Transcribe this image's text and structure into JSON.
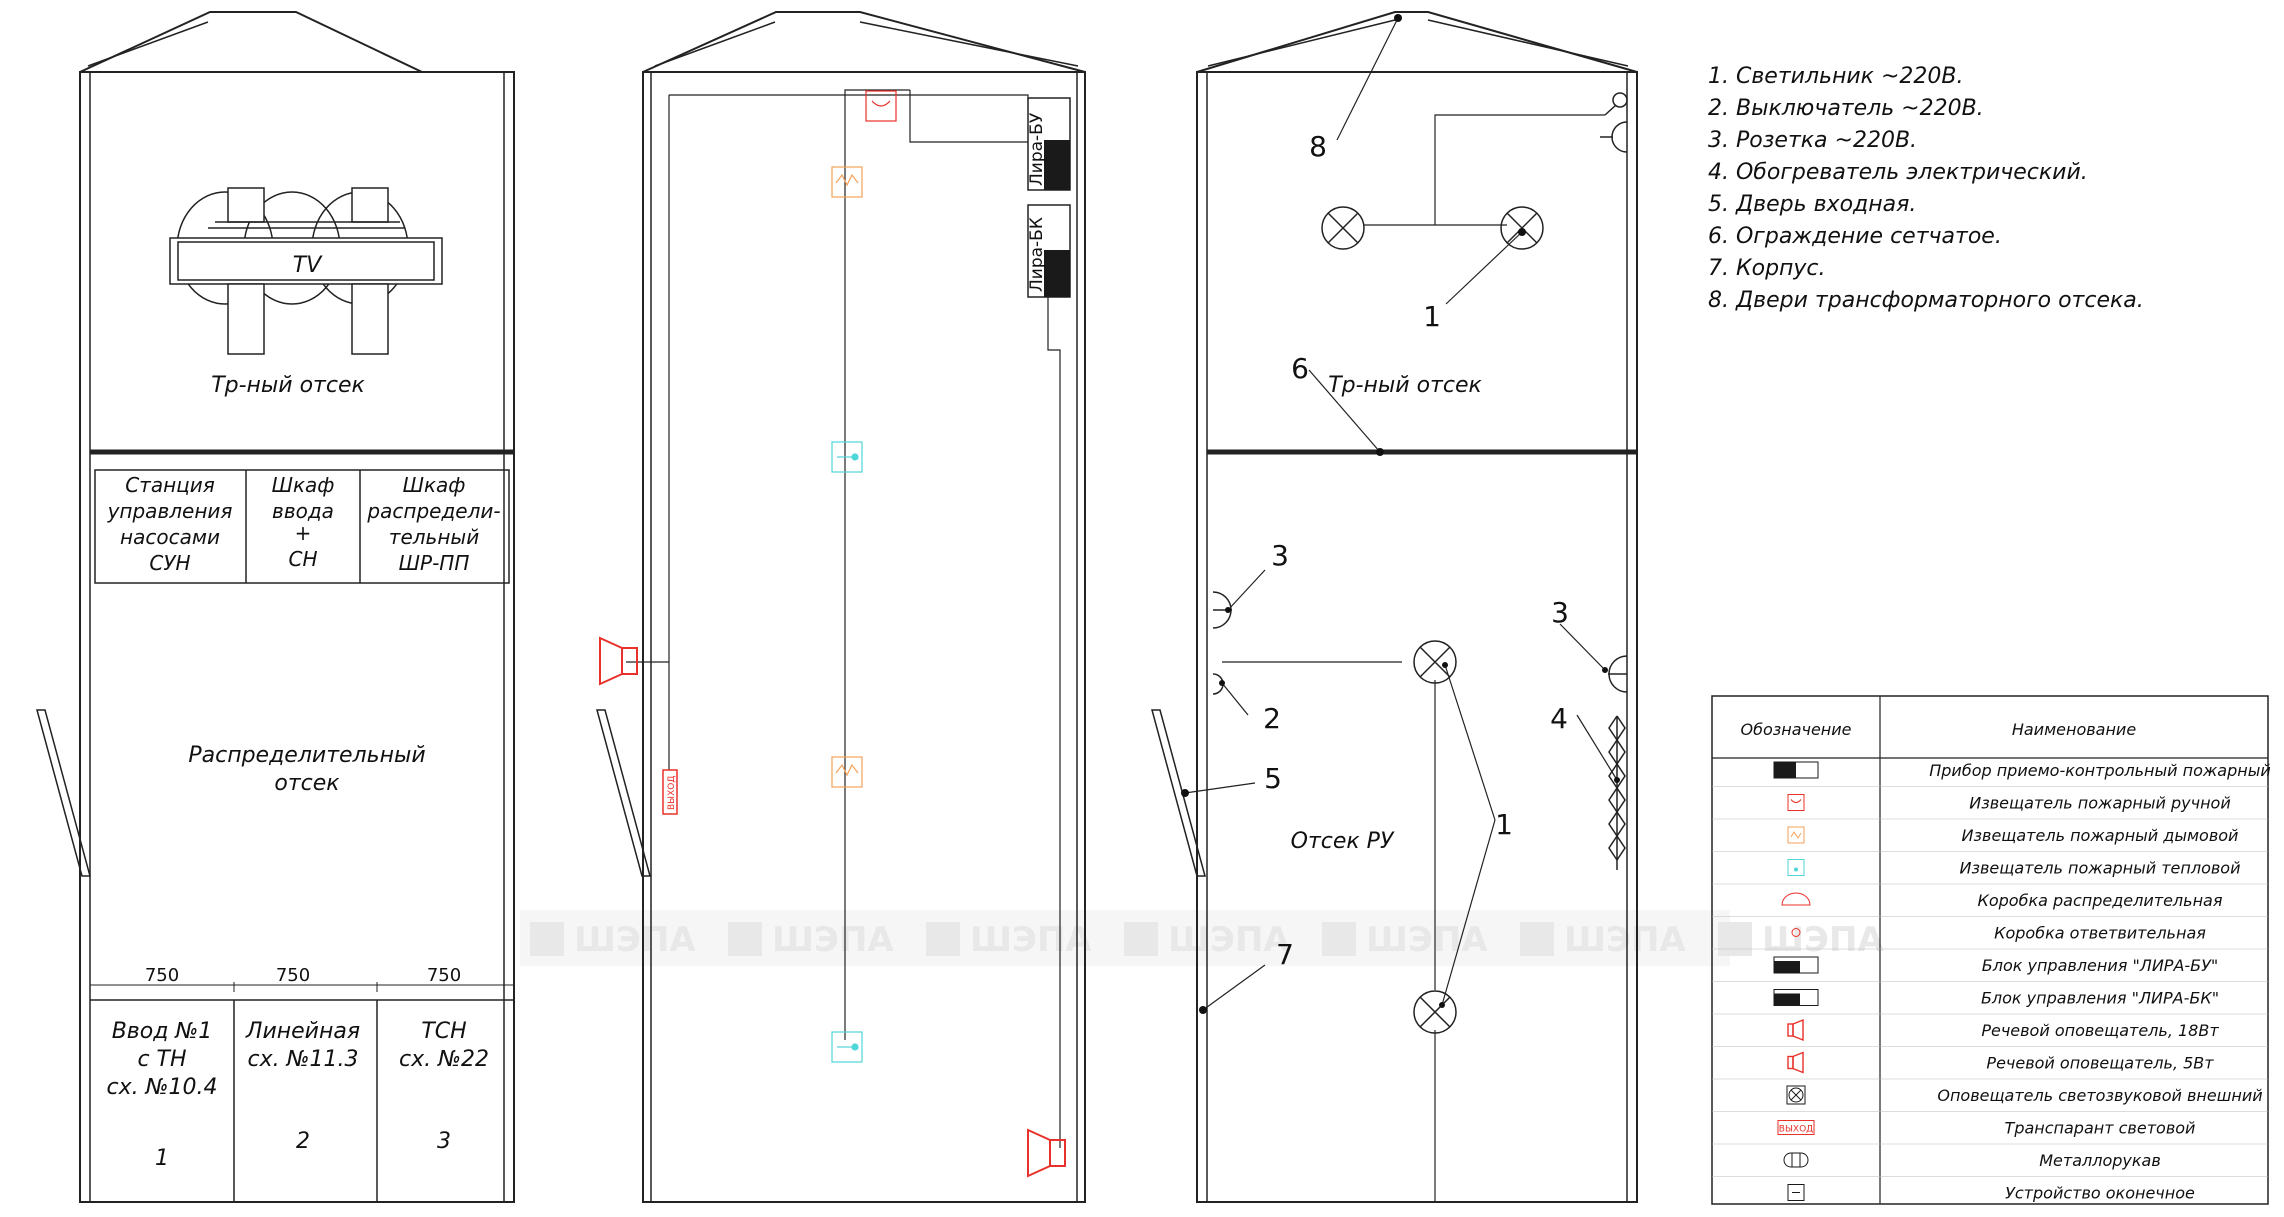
{
  "left_plan": {
    "transformer_label": "TV",
    "tr_section": "Тр-ный отсек",
    "cabinets": [
      [
        "Станция",
        "управления",
        "насосами",
        "СУН"
      ],
      [
        "Шкаф",
        "ввода",
        "+",
        "СН"
      ],
      [
        "Шкаф",
        "распредели-",
        "тельный",
        "ШР-ПП"
      ]
    ],
    "dist_section": [
      "Распределительный",
      "отсек"
    ],
    "dims": [
      "750",
      "750",
      "750"
    ],
    "cells": [
      {
        "lines": [
          "Ввод №1",
          "с ТН",
          "сх. №10.4"
        ],
        "num": "1"
      },
      {
        "lines": [
          "Линейная",
          "сх. №11.3"
        ],
        "num": "2"
      },
      {
        "lines": [
          "ТСН",
          "сх. №22"
        ],
        "num": "3"
      }
    ]
  },
  "middle_plan": {
    "block_bu": "Лира-БУ",
    "block_bk": "Лира-БК",
    "exit_sign": "ВЫХОД"
  },
  "right_plan": {
    "tr_section": "Тр-ный отсек",
    "ru_section": "Отсек РУ",
    "callouts": [
      "8",
      "1",
      "6",
      "3",
      "3",
      "2",
      "4",
      "5",
      "1",
      "7"
    ]
  },
  "legend": [
    "1. Светильник ~220В.",
    "2. Выключатель ~220В.",
    "3. Розетка ~220В.",
    "4. Обогреватель электрический.",
    "5. Дверь входная.",
    "6. Ограждение сетчатое.",
    "7. Корпус.",
    "8. Двери трансформаторного отсека."
  ],
  "table": {
    "header": [
      "Обозначение",
      "Наименование"
    ],
    "rows": [
      {
        "symbol": "panel-icon",
        "name": "Прибор приемо-контрольный пожарный"
      },
      {
        "symbol": "manual-detector-icon",
        "name": "Извещатель пожарный ручной"
      },
      {
        "symbol": "smoke-detector-icon",
        "name": "Извещатель пожарный дымовой"
      },
      {
        "symbol": "heat-detector-icon",
        "name": "Извещатель пожарный тепловой"
      },
      {
        "symbol": "junction-box-icon",
        "name": "Коробка распределительная"
      },
      {
        "symbol": "branch-box-icon",
        "name": "Коробка ответвительная"
      },
      {
        "symbol": "lira-bu-icon",
        "name": "Блок управления \"ЛИРА-БУ\""
      },
      {
        "symbol": "lira-bk-icon",
        "name": "Блок управления \"ЛИРА-БК\""
      },
      {
        "symbol": "speaker-18-icon",
        "name": "Речевой оповещатель, 18Вт"
      },
      {
        "symbol": "speaker-5-icon",
        "name": "Речевой оповещатель, 5Вт"
      },
      {
        "symbol": "light-sound-icon",
        "name": "Оповещатель светозвуковой внешний"
      },
      {
        "symbol": "exit-sign-icon",
        "name": "Транспарант световой"
      },
      {
        "symbol": "metal-hose-icon",
        "name": "Металлорукав"
      },
      {
        "symbol": "terminal-icon",
        "name": "Устройство оконечное"
      }
    ]
  },
  "watermark": "ШЭПА",
  "colors": {
    "line": "#222222",
    "red": "#e8312a",
    "orange": "#f5a25a",
    "cyan": "#4fd6d8",
    "dark": "#1a1a1a"
  }
}
